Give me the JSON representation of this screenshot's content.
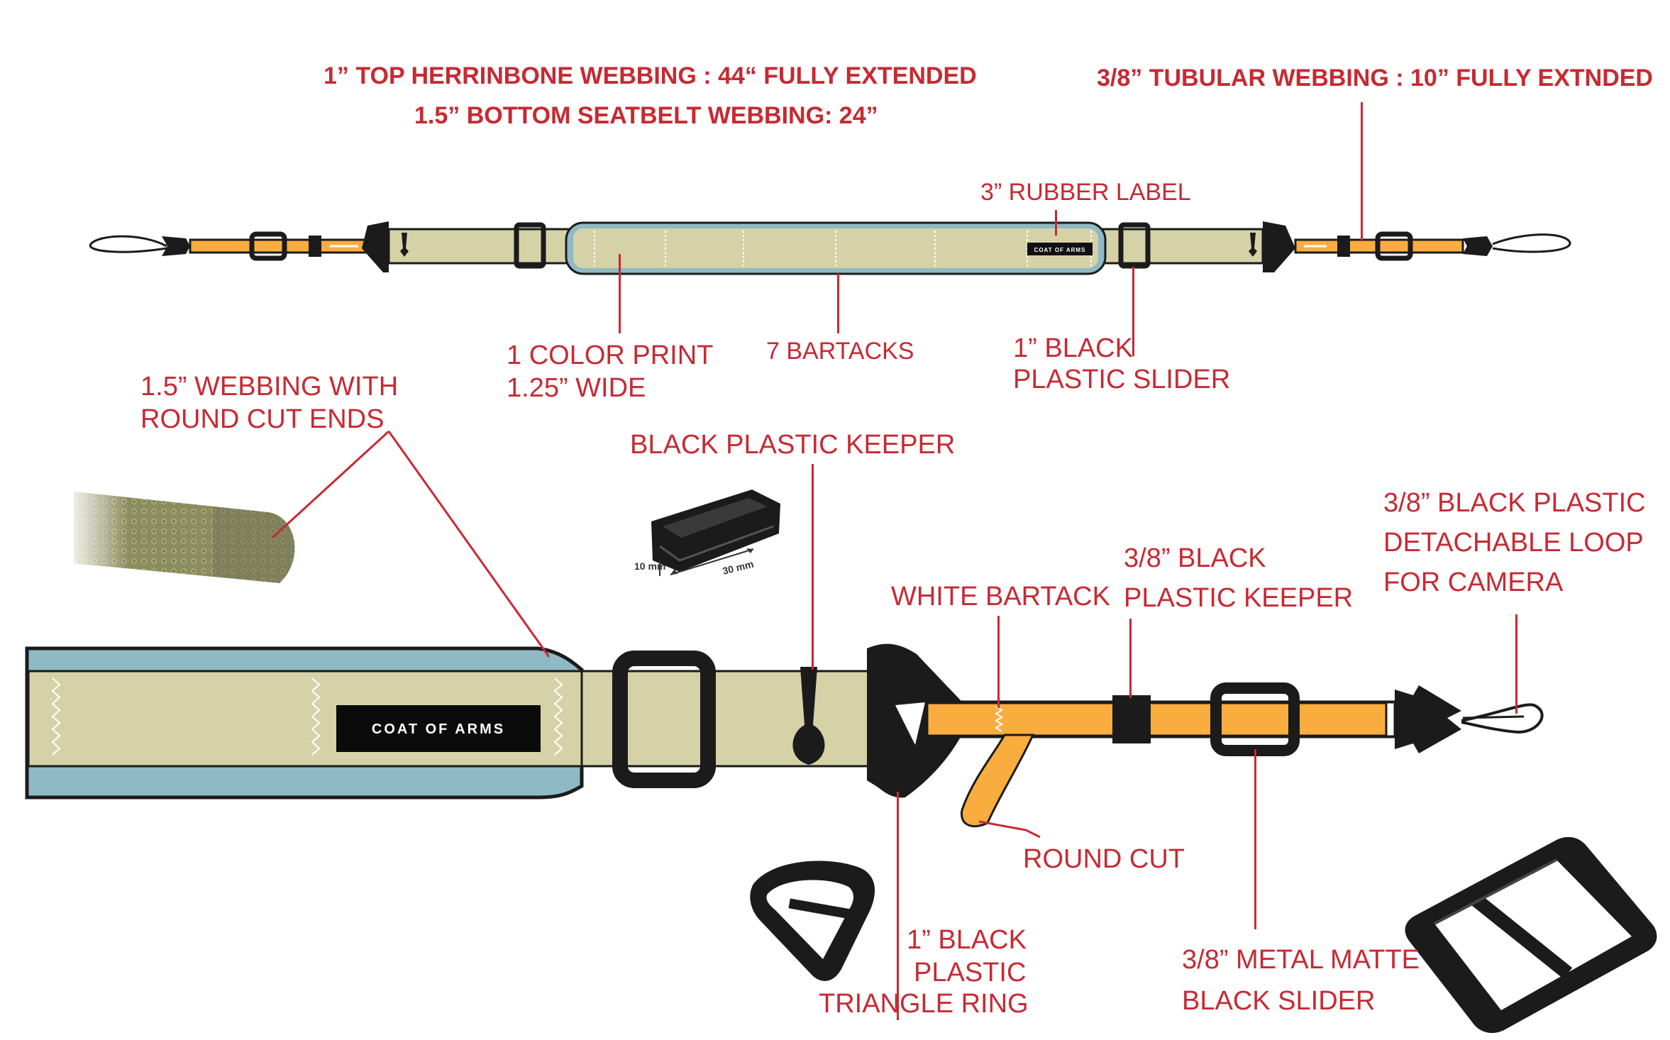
{
  "header": {
    "line1": "1”  TOP HERRINBONE WEBBING : 44“ FULLY EXTENDED",
    "line2": "1.5”  BOTTOM SEATBELT WEBBING: 24”",
    "tubular": "3/8” TUBULAR WEBBING : 10” FULLY EXTNDED"
  },
  "labels": {
    "rubber_label": "3” RUBBER LABEL",
    "color_print_1": "1 COLOR PRINT",
    "color_print_2": "1.25” WIDE",
    "bartacks": "7 BARTACKS",
    "slider_1": "1” BLACK",
    "slider_2": "PLASTIC SLIDER",
    "webbing_round_1": "1.5” WEBBING WITH",
    "webbing_round_2": "ROUND CUT ENDS",
    "keeper": "BLACK PLASTIC KEEPER",
    "white_bartack": "WHITE BARTACK",
    "keeper38_1": "3/8” BLACK",
    "keeper38_2": "PLASTIC KEEPER",
    "loop_1": "3/8” BLACK PLASTIC",
    "loop_2": "DETACHABLE LOOP",
    "loop_3": "FOR CAMERA",
    "round_cut": "ROUND CUT",
    "triangle_1": "1” BLACK",
    "triangle_2": "PLASTIC",
    "triangle_3": "TRIANGLE RING",
    "metal_1": "3/8” METAL MATTE",
    "metal_2": "BLACK SLIDER"
  },
  "brand": {
    "label_text": "COAT OF ARMS"
  },
  "keeper_dims": {
    "height": "10 mm",
    "length": "30 mm"
  },
  "colors": {
    "accent_red": "#c62a33",
    "webbing_beige": "#d6d2a8",
    "pad_blue": "#8fbac5",
    "tubular_orange": "#f9ad3f",
    "hardware_black": "#1b1b1b",
    "texture_olive": "#8c8d5e"
  }
}
